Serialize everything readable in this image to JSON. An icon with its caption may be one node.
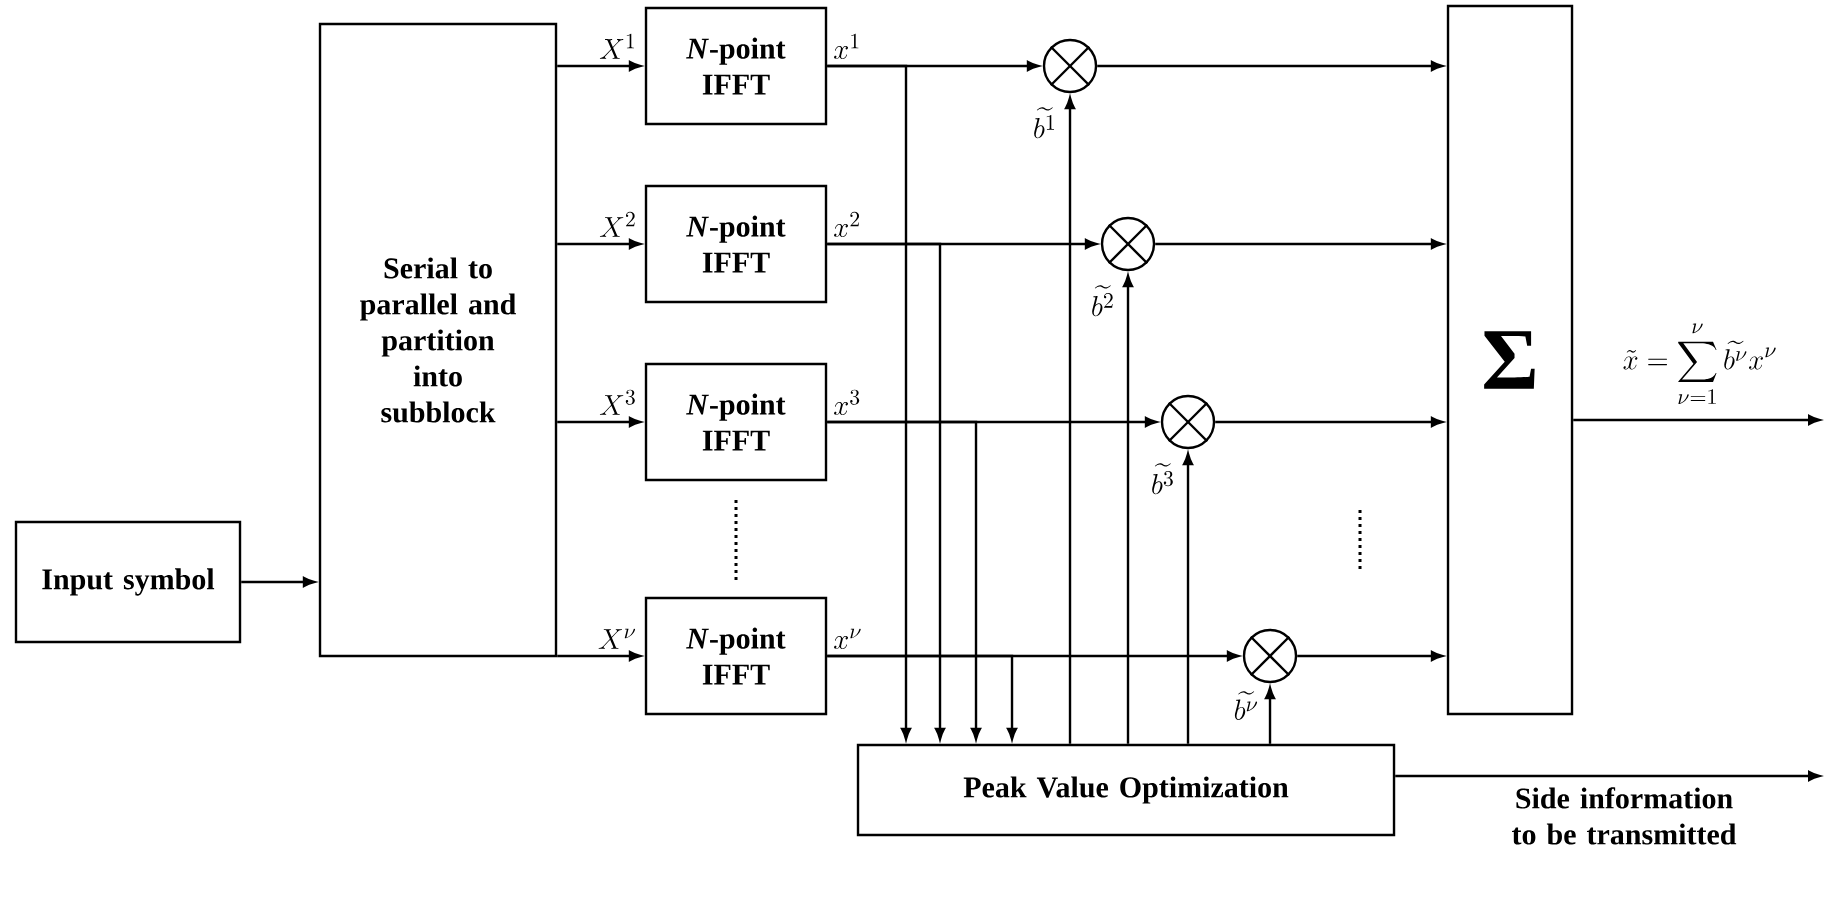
{
  "diagram": {
    "nodes": [
      {
        "text": [
          "Input symbol"
        ]
      },
      {
        "text": [
          "Serial to parallel and partition into subblock"
        ]
      },
      {
        "text": [
          "*N*-point IFFT"
        ]
      },
      {
        "text": [
          "*N*-point IFFT"
        ]
      },
      {
        "text": [
          "*N*-point IFFT"
        ]
      },
      {
        "text": [
          "*N*-point IFFT"
        ]
      },
      {
        "text": [],
        "shape": "circle"
      },
      {
        "text": [],
        "shape": "circle"
      },
      {
        "text": [],
        "shape": "circle"
      },
      {
        "text": [],
        "shape": "circle"
      },
      {
        "text": [
          "Σ"
        ]
      },
      {
        "text": [
          "Peak Value Optimization"
        ]
      }
    ],
    "edges": [
      {
        "from": 0,
        "to": 1,
        "arrow": "to"
      },
      {
        "from": 1,
        "to": 2,
        "arrow": "to",
        "label": "X^{1}"
      },
      {
        "from": 1,
        "to": 3,
        "arrow": "to",
        "label": "X^{2}"
      },
      {
        "from": 1,
        "to": 4,
        "arrow": "to",
        "label": "X^{3}"
      },
      {
        "from": 1,
        "to": 5,
        "arrow": "to",
        "label": "X^{\\nu}"
      },
      {
        "from": 2,
        "to": 6,
        "arrow": "to",
        "label": "x^{1}"
      },
      {
        "from": 3,
        "to": 7,
        "arrow": "to",
        "label": "x^{2}"
      },
      {
        "from": 4,
        "to": 8,
        "arrow": "to",
        "label": "x^{3}"
      },
      {
        "from": 5,
        "to": 9,
        "arrow": "to",
        "label": "x^{\\nu}"
      },
      {
        "from": 2,
        "to": 11,
        "arrow": "to"
      },
      {
        "from": 3,
        "to": 11,
        "arrow": "to"
      },
      {
        "from": 4,
        "to": 11,
        "arrow": "to"
      },
      {
        "from": 5,
        "to": 11,
        "arrow": "to"
      },
      {
        "from": 11,
        "to": 6,
        "arrow": "to",
        "label": "\\widetilde{b^{1}}"
      },
      {
        "from": 11,
        "to": 7,
        "arrow": "to",
        "label": "\\widetilde{b^{2}}"
      },
      {
        "from": 11,
        "to": 8,
        "arrow": "to",
        "label": "\\widetilde{b^{3}}"
      },
      {
        "from": 11,
        "to": 9,
        "arrow": "to",
        "label": "\\widetilde{b^{\\nu}}"
      },
      {
        "from": 6,
        "to": 10,
        "arrow": "to"
      },
      {
        "from": 7,
        "to": 10,
        "arrow": "to"
      },
      {
        "from": 8,
        "to": 10,
        "arrow": "to"
      },
      {
        "from": 9,
        "to": 10,
        "arrow": "to"
      },
      {
        "from": 10,
        "to": null,
        "arrow": "to",
        "label": "\\tilde{x}=\\sum_{\\nu=1}^{\\nu}\\widetilde{b^{\\nu}}x^{\\nu}"
      },
      {
        "from": 11,
        "to": null,
        "arrow": "to",
        "label": "Side information to be transmitted"
      }
    ]
  }
}
